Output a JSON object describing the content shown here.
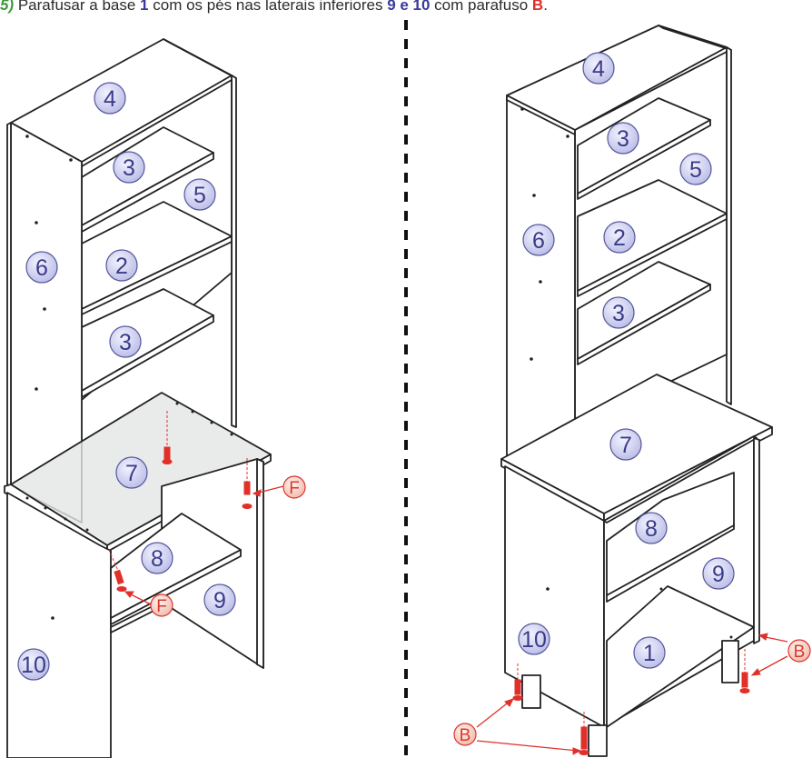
{
  "instruction": {
    "step": "5)",
    "part1": " Parafusar a base ",
    "base_part": "1",
    "part2": " com os pés nas laterais inferiores ",
    "sides": "9 e 10",
    "part3": " com parafuso ",
    "screw": "B",
    "part4": "."
  },
  "left_assembly": {
    "part_numbers": [
      "4",
      "3",
      "5",
      "6",
      "2",
      "3",
      "7",
      "8",
      "9",
      "10"
    ],
    "screw_labels": [
      "F",
      "F"
    ]
  },
  "right_assembly": {
    "part_numbers": [
      "4",
      "3",
      "5",
      "6",
      "2",
      "3",
      "7",
      "8",
      "9",
      "10",
      "1"
    ],
    "screw_labels": [
      "B",
      "B"
    ]
  },
  "colors": {
    "line": "#222222",
    "badge_fill": "#cfd1ee",
    "badge_stroke": "#55559a",
    "badge_text": "#3b3b8a",
    "screw_red": "#e0302a",
    "screw_badge_fill": "#f9d9d1",
    "glass_fill": "#dfe4e0",
    "divider": "#111111"
  }
}
